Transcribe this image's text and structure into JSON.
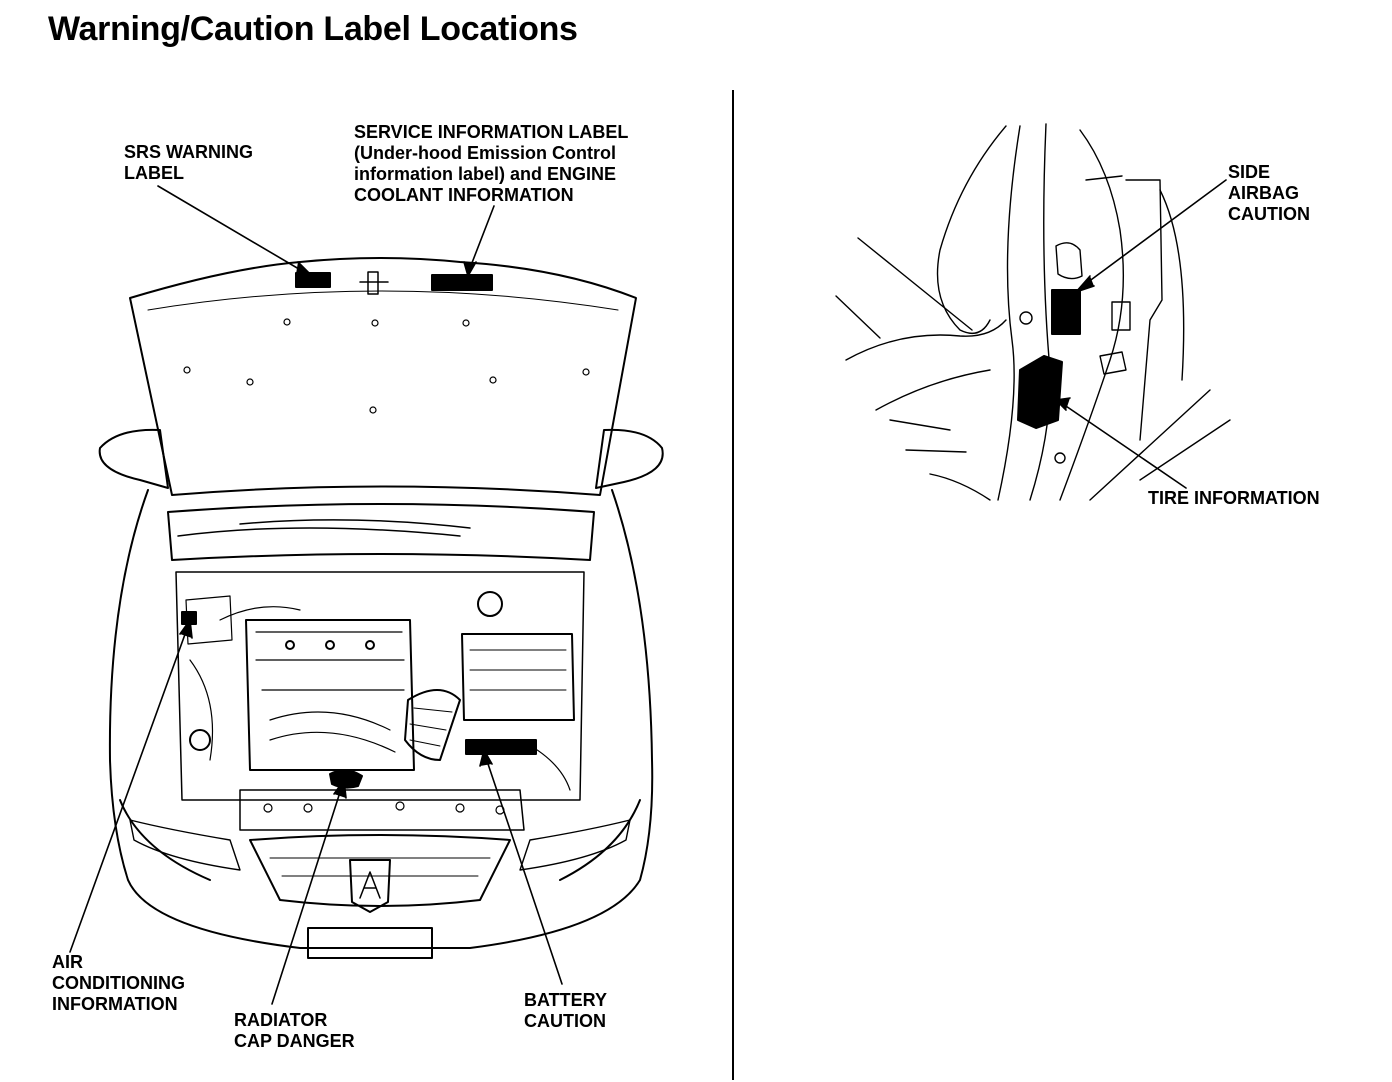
{
  "title": "Warning/Caution Label Locations",
  "labels": {
    "srs_warning": "SRS WARNING\nLABEL",
    "service_information": "SERVICE INFORMATION LABEL\n(Under-hood Emission Control\ninformation label) and ENGINE\nCOOLANT INFORMATION",
    "air_conditioning": "AIR\nCONDITIONING\nINFORMATION",
    "radiator_cap": "RADIATOR\nCAP DANGER",
    "battery_caution": "BATTERY\nCAUTION",
    "side_airbag": "SIDE\nAIRBAG\nCAUTION",
    "tire_information": "TIRE INFORMATION"
  }
}
